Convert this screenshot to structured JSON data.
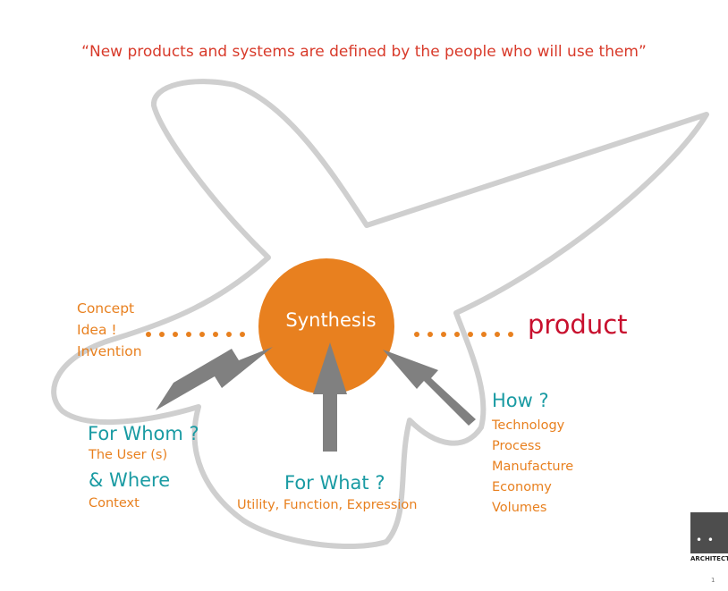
{
  "quote": "“New products and systems are defined by the people who will use them”",
  "left_inputs": [
    "Concept",
    "Idea !",
    "Invention"
  ],
  "center": "Synthesis",
  "output": "product",
  "for_whom": {
    "title": "For Whom ?",
    "subtitle": "The User (s)"
  },
  "where": {
    "title": "& Where",
    "subtitle": "Context"
  },
  "for_what": {
    "title": "For What ?",
    "subtitle": "Utility, Function, Expression"
  },
  "how": {
    "title": "How ?",
    "items": [
      "Technology",
      "Process",
      "Manufacture",
      "Economy",
      "Volumes"
    ]
  },
  "logo": {
    "dots": "• •",
    "text": "ARCHITECT"
  },
  "page_number": "1",
  "colors": {
    "orange": "#e8801f",
    "red": "#c8102e",
    "teal": "#1a9ba3",
    "arrow_gray": "#808080",
    "outline_gray": "#cfcfcf"
  }
}
